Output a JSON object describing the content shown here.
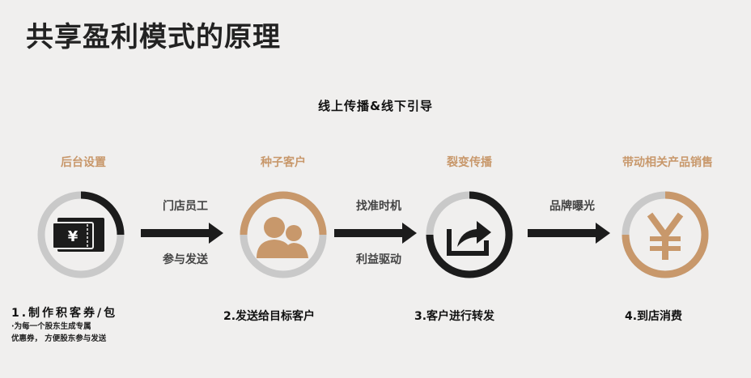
{
  "title": "共享盈利模式的原理",
  "subtitle": "线上传播&线下引导",
  "steps": [
    {
      "label": "后台设置",
      "icon": "ticket-yen-icon"
    },
    {
      "label": "种子客户",
      "icon": "people-icon"
    },
    {
      "label": "裂变传播",
      "icon": "share-icon"
    },
    {
      "label": "带动相关产品销售",
      "icon": "yen-icon"
    }
  ],
  "arrows": [
    {
      "top": "门店员工",
      "bottom": "参与发送"
    },
    {
      "top": "找准时机",
      "bottom": "利益驱动"
    },
    {
      "top": "品牌曝光",
      "bottom": ""
    }
  ],
  "captions": [
    {
      "line1": "1.制作积客券/包",
      "line2": "·为每一个股东生成专属",
      "line3": "优惠券，  方便股东参与发送"
    },
    {
      "line1": "2.发送给目标客户"
    },
    {
      "line1": "3.客户进行转发"
    },
    {
      "line1": "4.到店消费"
    }
  ],
  "colors": {
    "accent": "#c8986b",
    "ring_gray": "#c9c9c9",
    "dark": "#1c1c1c"
  }
}
